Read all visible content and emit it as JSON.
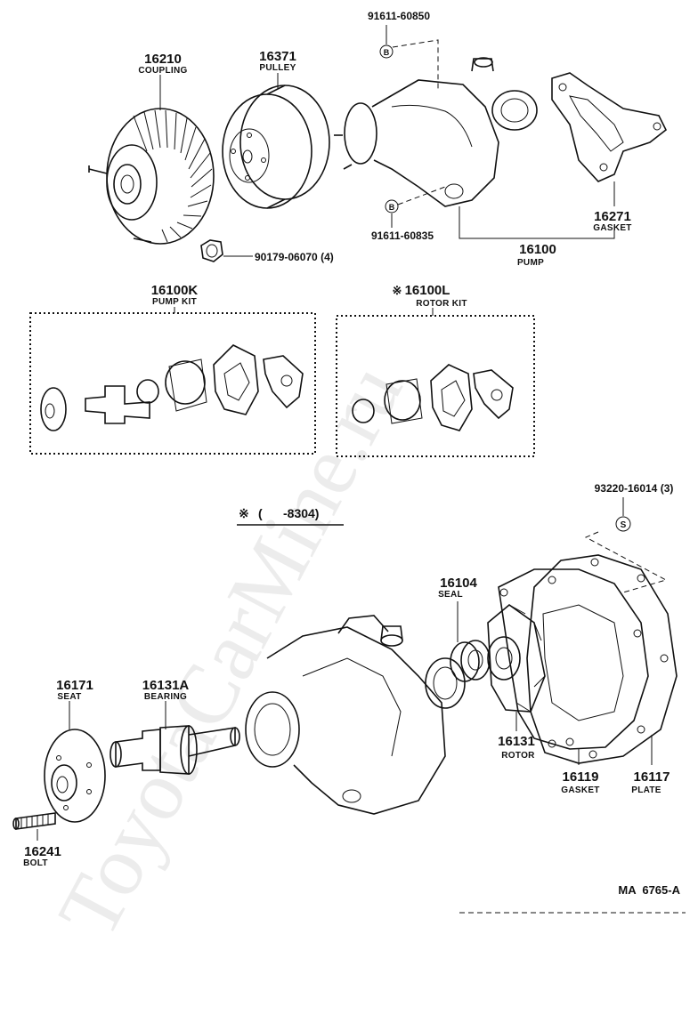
{
  "watermark": "ToyotaCarMine.ru",
  "parts": {
    "coupling": {
      "number": "16210",
      "name": "COUPLING"
    },
    "pulley": {
      "number": "16371",
      "name": "PULLEY"
    },
    "bolt_top": {
      "number": "91611-60850",
      "marker": "B"
    },
    "bolt_bottom": {
      "number": "91611-60835",
      "marker": "B"
    },
    "nut": {
      "number": "90179-06070 (4)"
    },
    "gasket_pump": {
      "number": "16271",
      "name": "GASKET"
    },
    "pump": {
      "number": "16100",
      "name": "PUMP"
    },
    "pump_kit": {
      "number": "16100K",
      "name": "PUMP KIT"
    },
    "rotor_kit": {
      "number": "16100L",
      "name": "ROTOR KIT",
      "marker": "※"
    },
    "screw": {
      "number": "93220-16014 (3)",
      "marker": "S"
    },
    "seal": {
      "number": "16104",
      "name": "SEAL"
    },
    "seat": {
      "number": "16171",
      "name": "SEAT"
    },
    "bearing": {
      "number": "16131A",
      "name": "BEARING"
    },
    "rotor": {
      "number": "16131",
      "name": "ROTOR"
    },
    "gasket_plate": {
      "number": "16119",
      "name": "GASKET"
    },
    "plate": {
      "number": "16117",
      "name": "PLATE"
    },
    "stud_bolt": {
      "number": "16241",
      "name": "BOLT"
    }
  },
  "date_note": {
    "marker": "※",
    "text": "(      -8304)"
  },
  "diagram_code": "MA  6765-A"
}
